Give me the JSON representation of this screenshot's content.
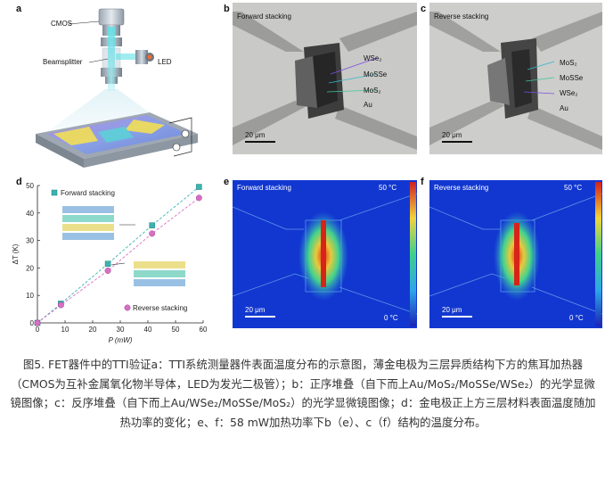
{
  "panel_a": {
    "label": "a",
    "cmos": "CMOS",
    "beamsplitter": "Beamsplitter",
    "led": "LED"
  },
  "panel_b": {
    "label": "b",
    "title": "Forward stacking",
    "layers": [
      "WSe₂",
      "MoSSe",
      "MoS₂",
      "Au"
    ],
    "scale": "20 μm"
  },
  "panel_c": {
    "label": "c",
    "title": "Reverse stacking",
    "layers": [
      "MoS₂",
      "MoSSe",
      "WSe₂",
      "Au"
    ],
    "scale": "20 μm"
  },
  "panel_e": {
    "label": "e",
    "title": "Forward stacking",
    "tmax": "50 °C",
    "tmin": "0 °C",
    "scale": "20 μm"
  },
  "panel_f": {
    "label": "f",
    "title": "Reverse stacking",
    "tmax": "50 °C",
    "tmin": "0 °C",
    "scale": "20 μm"
  },
  "colors": {
    "forward": "#3bb3b0",
    "reverse": "#d86fc4"
  },
  "chart_data": {
    "type": "scatter",
    "label": "d",
    "xlabel": "P (mW)",
    "ylabel": "ΔT (K)",
    "xlim": [
      0,
      60
    ],
    "ylim": [
      0,
      50
    ],
    "xticks": [
      "0",
      "10",
      "20",
      "30",
      "40",
      "50",
      "60"
    ],
    "yticks": [
      "0",
      "10",
      "20",
      "30",
      "40",
      "50"
    ],
    "series": [
      {
        "name": "Forward stacking",
        "marker": "square",
        "x": [
          0,
          8.5,
          25.5,
          41.5,
          58.5
        ],
        "y": [
          0,
          7,
          21.5,
          35.5,
          49.5
        ]
      },
      {
        "name": "Reverse stacking",
        "marker": "circle",
        "x": [
          0,
          8.5,
          25.5,
          41.5,
          58.5
        ],
        "y": [
          0,
          6.5,
          19,
          32.5,
          45.5
        ]
      }
    ]
  },
  "caption": "图5. FET器件中的TTI验证a：TTI系统测量器件表面温度分布的示意图，薄金电极为三层异质结构下方的焦耳加热器（CMOS为互补金属氧化物半导体，LED为发光二极管）；b：正序堆叠（自下而上Au/MoS₂/MoSSe/WSe₂）的光学显微镜图像；c：反序堆叠（自下而上Au/WSe₂/MoSSe/MoS₂）的光学显微镜图像；d：金电极正上方三层材料表面温度随加热功率的变化；e、f：58 mW加热功率下b（e）、c（f）结构的温度分布。"
}
